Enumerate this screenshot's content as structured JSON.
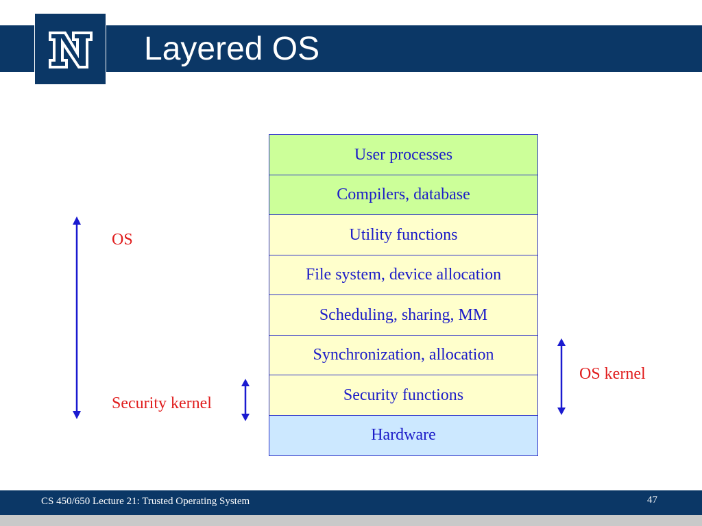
{
  "slide": {
    "title": "Layered OS",
    "logo": "University of Nevada block N logo",
    "footer": "CS 450/650 Lecture 21: Trusted Operating System",
    "page_number": "47"
  },
  "diagram": {
    "layers": [
      {
        "label": "User processes",
        "fill": "#ccff99"
      },
      {
        "label": "Compilers, database",
        "fill": "#ccff99"
      },
      {
        "label": "Utility functions",
        "fill": "#ffffcc"
      },
      {
        "label": "File system, device allocation",
        "fill": "#ffffcc"
      },
      {
        "label": "Scheduling, sharing, MM",
        "fill": "#ffffcc"
      },
      {
        "label": "Synchronization, allocation",
        "fill": "#ffffcc"
      },
      {
        "label": "Security functions",
        "fill": "#ffffcc"
      },
      {
        "label": "Hardware",
        "fill": "#cce8ff"
      }
    ],
    "annotations": {
      "os": "OS",
      "security_kernel": "Security kernel",
      "os_kernel": "OS kernel"
    }
  },
  "colors": {
    "brand_navy": "#0b3766",
    "layer_border": "#2a2fc7",
    "layer_text": "#1c1cc8",
    "annotation_text": "#e01b1b",
    "arrow": "#1a1ad0"
  }
}
